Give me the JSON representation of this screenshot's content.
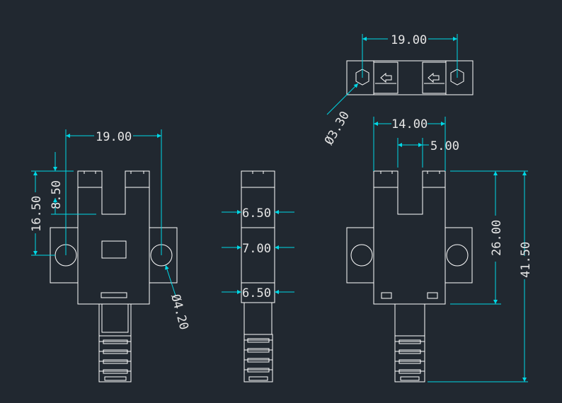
{
  "colors": {
    "background": "#212830",
    "outline": "#ffffff",
    "dimension": "#00d8e6",
    "dim_text": "#e6e6e6"
  },
  "dimensions": {
    "top_view_width": "19.00",
    "top_view_hole": "Ø3.30",
    "front_width": "19.00",
    "front_slot_depth": "8.50",
    "front_hole_height": "16.50",
    "front_hole_dia": "Ø4.20",
    "side_top": "6.50",
    "side_mid": "7.00",
    "side_bottom": "6.50",
    "right_width": "14.00",
    "right_slot": "5.00",
    "right_body_height": "26.00",
    "right_total_height": "41.50"
  }
}
